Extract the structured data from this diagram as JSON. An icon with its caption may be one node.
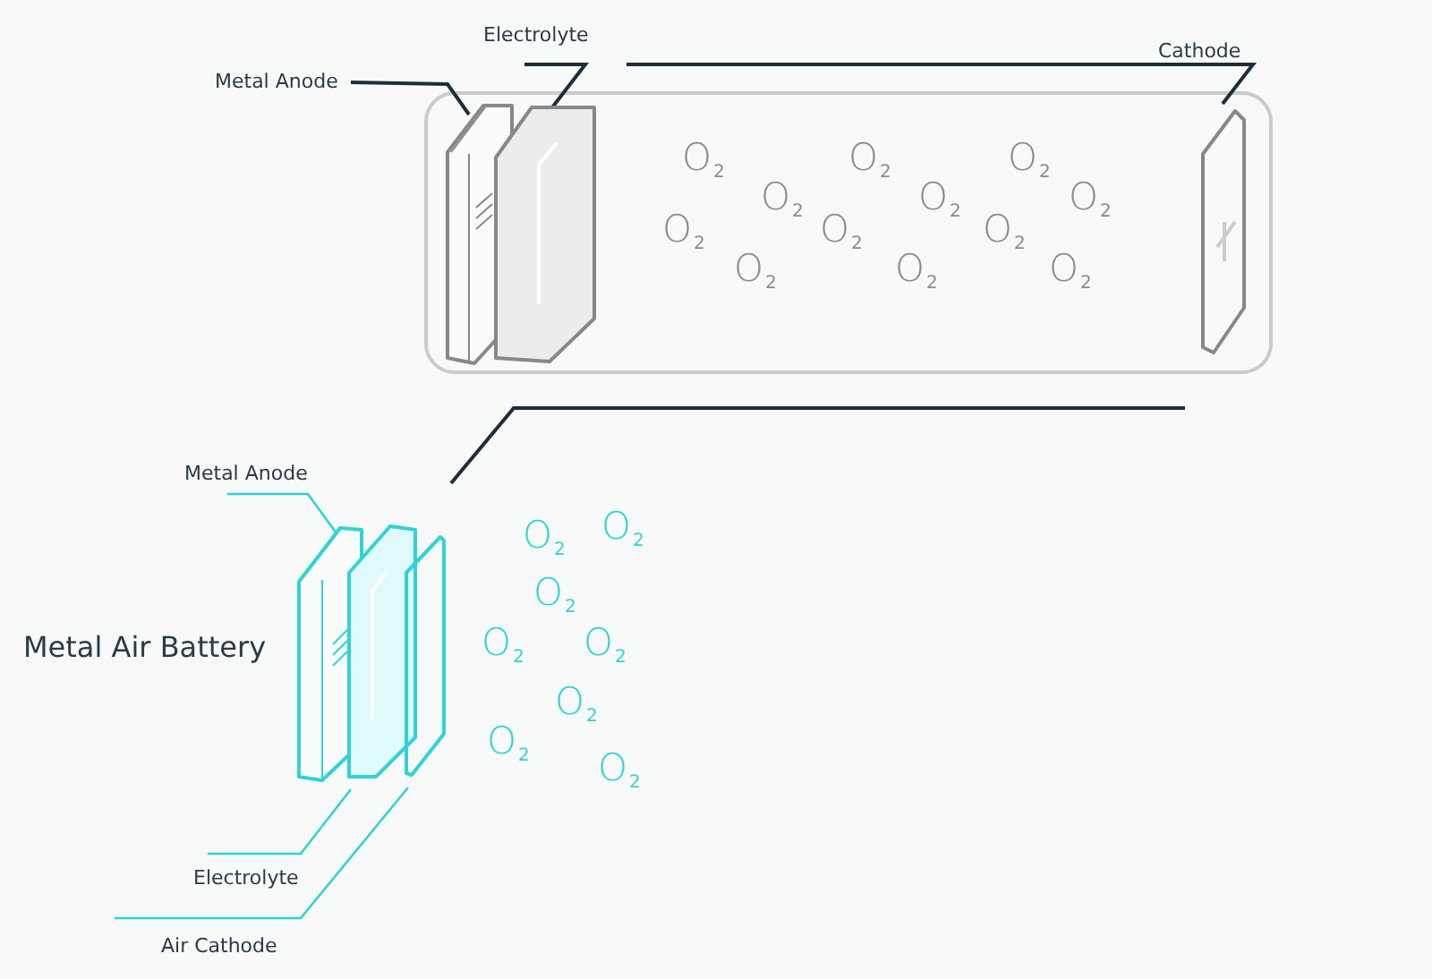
{
  "diagram": {
    "nodes": [
      {
        "text": [
          "Metal Anode"
        ]
      },
      {
        "text": [],
        "shape": "box"
      },
      {
        "text": [
          "Electrolyte"
        ]
      },
      {
        "text": [],
        "shape": "box"
      },
      {
        "text": [
          "Cathode"
        ]
      },
      {
        "text": [],
        "shape": "box"
      },
      {
        "text": [
          "Metal Anode"
        ]
      },
      {
        "text": [],
        "shape": "box"
      },
      {
        "text": [
          "Electrolyte"
        ]
      },
      {
        "text": [],
        "shape": "box"
      },
      {
        "text": [
          "Air Cathode"
        ]
      },
      {
        "text": [],
        "shape": "box"
      }
    ],
    "edges": [
      {
        "from": 0,
        "to": 1,
        "arrow": "none"
      },
      {
        "from": 2,
        "to": 3,
        "arrow": "none"
      },
      {
        "from": 4,
        "to": 5,
        "arrow": "none"
      },
      {
        "from": 6,
        "to": 7,
        "arrow": "none",
        "color": "#2fd3d6"
      },
      {
        "from": 8,
        "to": 9,
        "arrow": "none",
        "color": "#2fd3d6"
      },
      {
        "from": 10,
        "to": 11,
        "arrow": "none",
        "color": "#2fd3d6"
      }
    ],
    "labels": [
      "O$_{2}$",
      "O$_{2}$",
      "O$_{2}$",
      "O$_{2}$",
      "O$_{2}$",
      "O$_{2}$",
      "O$_{2}$",
      "O$_{2}$",
      "O$_{2}$",
      "O$_{2}$",
      "O$_{2}$",
      "O$_{2}$",
      "Metal Air Battery",
      "O$_{2}$",
      "O$_{2}$",
      "O$_{2}$",
      "O$_{2}$",
      "O$_{2}$",
      "O$_{2}$",
      "O$_{2}$",
      "O$_{2}$"
    ]
  }
}
